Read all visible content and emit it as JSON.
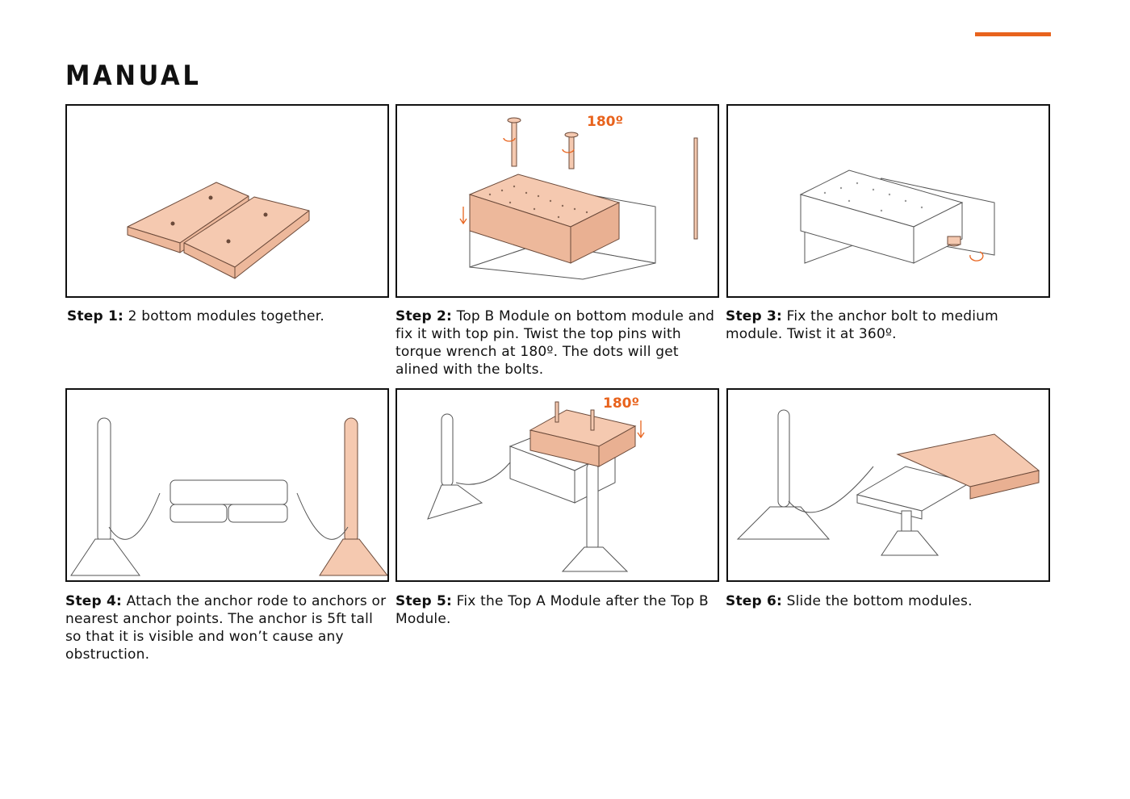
{
  "page": {
    "title": "MANUAL"
  },
  "colors": {
    "accent": "#e8631d",
    "module_fill": "#f5c9b0",
    "module_stroke": "#6b4a3a",
    "frame": "#111111"
  },
  "steps": [
    {
      "label": "Step 1:",
      "text": " 2 bottom modules together."
    },
    {
      "label": "Step 2:",
      "text": " Top B Module on bottom module and fix it with top pin. Twist the top pins with torque wrench at 180º. The dots will get alined with the bolts.",
      "angle": "180º"
    },
    {
      "label": "Step 3:",
      "text": " Fix the anchor bolt to medium module. Twist it at 360º."
    },
    {
      "label": "Step 4:",
      "text": " Attach the anchor rode to anchors or nearest anchor points. The anchor is 5ft tall so that it is visible and won’t cause any obstruction."
    },
    {
      "label": "Step 5:",
      "text": " Fix the Top A Module after the Top B Module.",
      "angle": "180º"
    },
    {
      "label": "Step 6:",
      "text": " Slide the bottom modules."
    }
  ]
}
